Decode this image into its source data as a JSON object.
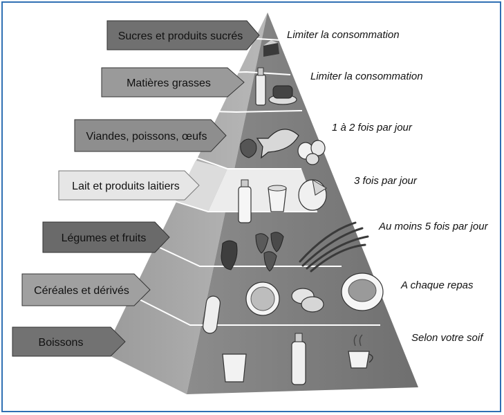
{
  "levels": [
    {
      "label": "Sucres et produits sucrés",
      "frequency": "Limiter la consommation",
      "items": [
        "cake-slice-icon"
      ]
    },
    {
      "label": "Matières grasses",
      "frequency": "Limiter la consommation",
      "items": [
        "oil-bottle-icon",
        "butter-dish-icon"
      ]
    },
    {
      "label": "Viandes, poissons, œufs",
      "frequency": "1 à 2 fois par jour",
      "items": [
        "steak-icon",
        "fish-icon",
        "eggs-icon"
      ]
    },
    {
      "label": "Lait et produits laitiers",
      "frequency": "3 fois par jour",
      "items": [
        "milk-bottle-icon",
        "yogurt-icon",
        "cheese-icon"
      ]
    },
    {
      "label": "Légumes et fruits",
      "frequency": "Au moins 5 fois par jour",
      "items": [
        "pepper-icon",
        "strawberries-icon",
        "green-beans-icon"
      ]
    },
    {
      "label": "Céréales et dérivés",
      "frequency": "A chaque repas",
      "items": [
        "bread-icon",
        "rice-bowl-icon",
        "potatoes-icon",
        "pasta-plate-icon"
      ]
    },
    {
      "label": "Boissons",
      "frequency": "Selon votre soif",
      "items": [
        "water-glass-icon",
        "water-bottle-icon",
        "coffee-cup-icon"
      ]
    }
  ],
  "colors": {
    "border": "#2f6fb3",
    "highlight_band": "#ececec",
    "dark_band": "#7a7a7a",
    "arrow_dark": "#6e6e6e",
    "arrow_mid": "#9a9a9a",
    "arrow_light": "#e6e6e6"
  }
}
